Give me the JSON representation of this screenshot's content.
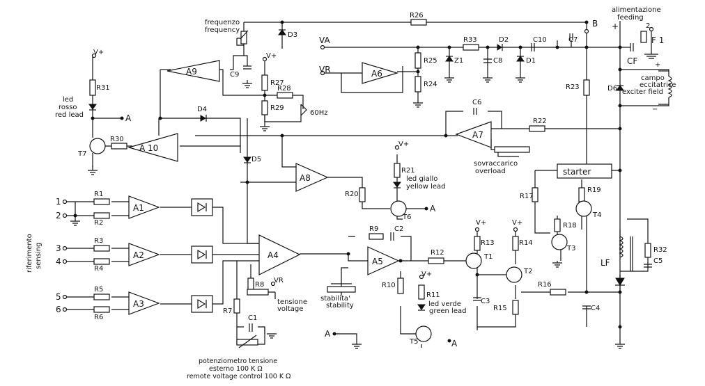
{
  "labels": {
    "alimentazione": "alimentazione",
    "feeding": "feeding",
    "f1": "F 1",
    "cf": "CF",
    "campo": "campo",
    "eccitatrice": "eccitatrice",
    "exciter_field": "exciter field",
    "frequenzo": "frequenzo",
    "frequency": "frequency",
    "d3": "D3",
    "r26": "R26",
    "b": "B",
    "va": "VA",
    "r33": "R33",
    "d2": "D2",
    "c10": "C10",
    "c7": "C7",
    "r25": "R25",
    "z1": "Z1",
    "c8": "C8",
    "d1": "D1",
    "vr": "VR",
    "a6": "A6",
    "r24": "R24",
    "r23": "R23",
    "d6": "D6",
    "vplus": "V+",
    "r31": "R31",
    "led_rosso": "led",
    "rosso": "rosso",
    "red_lead": "red lead",
    "a": "A",
    "a9": "A9",
    "c9": "C9",
    "r27": "R27",
    "r28": "R28",
    "r29": "R29",
    "hz60": "60Hz",
    "d4": "D4",
    "c6": "C6",
    "a7": "A7",
    "r22": "R22",
    "t7": "T7",
    "r30": "R30",
    "a10": "A 10",
    "sovraccarico": "sovraccarico",
    "overload": "overload",
    "d5": "D5",
    "a8": "A8",
    "r21": "R21",
    "led_giallo": "led giallo",
    "yellow_lead": "yellow lead",
    "starter": "starter",
    "r17": "R17",
    "r19": "R19",
    "r20": "R20",
    "t6": "T6",
    "t4": "T4",
    "r18": "R18",
    "t3": "T3",
    "riferimento": "riferimento",
    "sensing": "sensing",
    "n1": "1",
    "n2": "2",
    "n3": "3",
    "n4": "4",
    "n5": "5",
    "n6": "6",
    "r1": "R1",
    "r2": "R2",
    "r3": "R3",
    "r4": "R4",
    "r5": "R5",
    "r6": "R6",
    "a1": "A1",
    "a2": "A2",
    "a3": "A3",
    "a4": "A4",
    "r9": "R9",
    "c2": "C2",
    "a5": "A5",
    "r12": "R12",
    "r13": "R13",
    "r14": "R14",
    "t1": "T1",
    "t2": "T2",
    "lf": "LF",
    "r32": "R32",
    "c5": "C5",
    "r8": "R8",
    "tensione": "tensione",
    "voltage": "voltage",
    "r10": "R10",
    "r11": "R11",
    "led_verde": "led verde",
    "green_lead": "green lead",
    "stabilita": "stabilita'",
    "stability": "stability",
    "r16": "R16",
    "c3": "C3",
    "r15": "R15",
    "c4": "C4",
    "r7": "R7",
    "c1": "C1",
    "t5": "T5",
    "pot_it": "potenziometro tensione",
    "pot_it2": "esterno 100 K Ω",
    "pot_en": "remote voltage control 100 K Ω",
    "plus": "+",
    "minus": "−",
    "two": "2"
  }
}
